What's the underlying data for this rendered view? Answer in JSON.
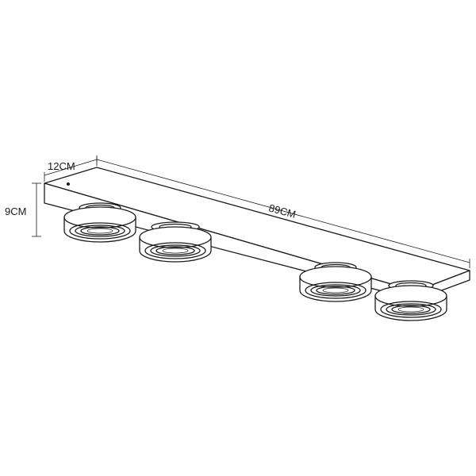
{
  "dimensions": {
    "depth": "12CM",
    "height": "9CM",
    "length": "89CM"
  },
  "spotlight_count": 4
}
